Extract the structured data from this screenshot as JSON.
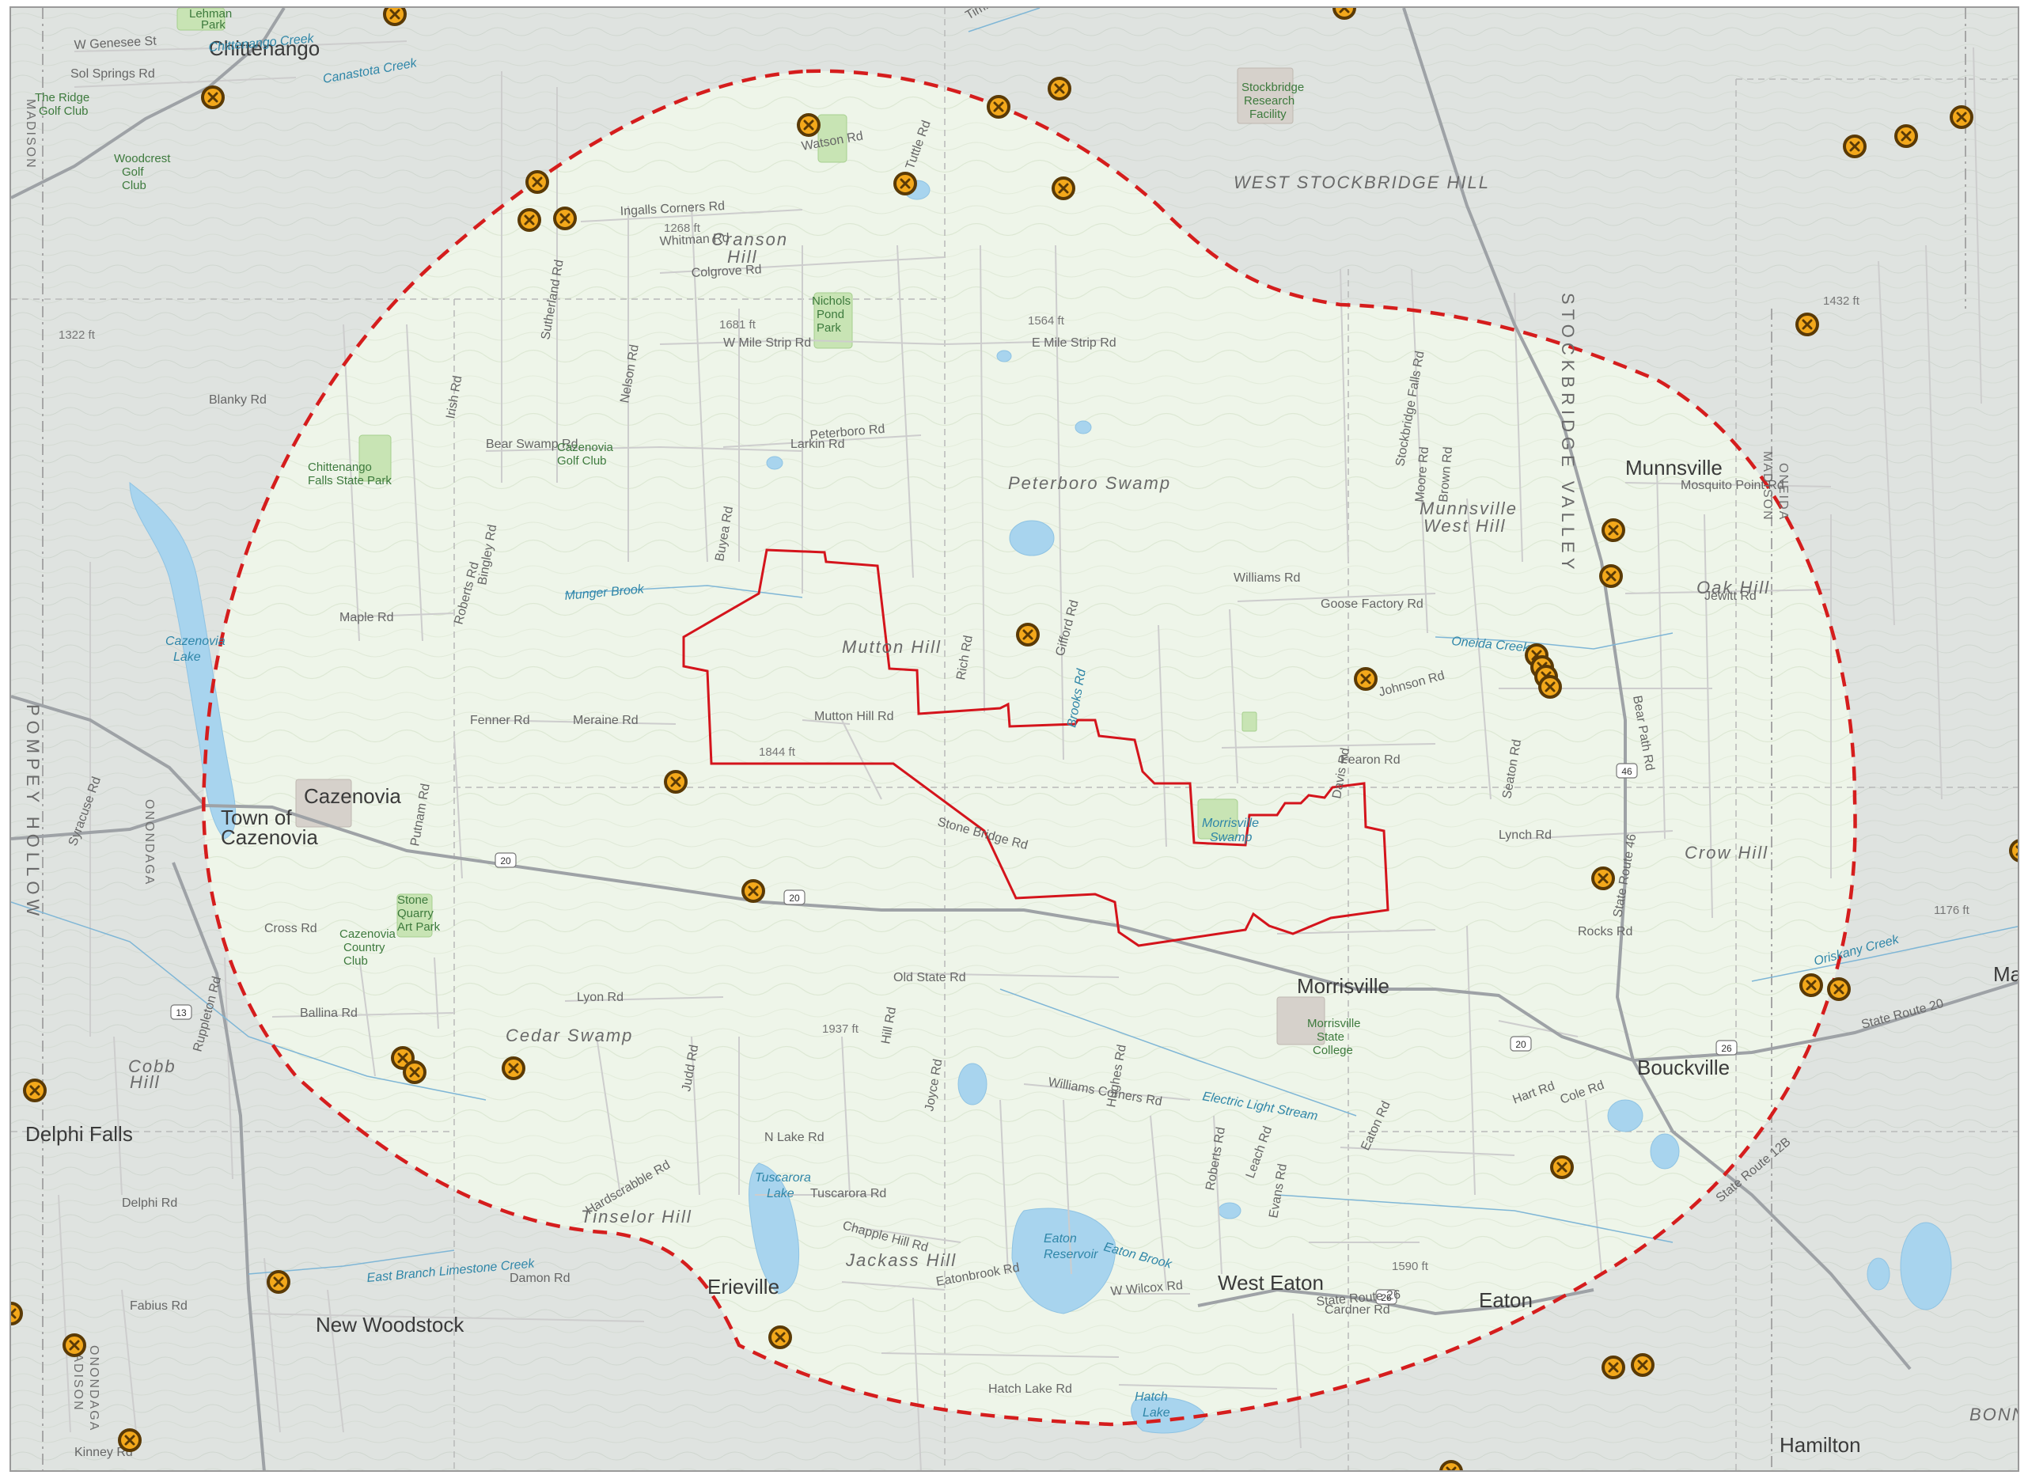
{
  "map": {
    "colors": {
      "background": "#dfe3e0",
      "focus_area": "#eef5e9",
      "radius_ring": "#d51d1d",
      "project_boundary": "#d4141c",
      "water": "#a8d4ee",
      "park": "#c8e4b4",
      "highway": "#9ea2a6",
      "road": "#c6c6c6",
      "marker_fill": "#f3a81b",
      "marker_ring": "#5a3a06"
    },
    "places": [
      {
        "label": "Chittenango",
        "cls": "place-town"
      },
      {
        "label": "Cazenovia",
        "cls": "place-town"
      },
      {
        "label": "Town of",
        "cls": "place-town"
      },
      {
        "label": "Cazenovia",
        "cls": "place-town"
      },
      {
        "label": "Munnsville",
        "cls": "place-town"
      },
      {
        "label": "Morrisville",
        "cls": "place-town"
      },
      {
        "label": "Bouckville",
        "cls": "place-town"
      },
      {
        "label": "Madison",
        "cls": "place-town"
      },
      {
        "label": "Delphi Falls",
        "cls": "place-town"
      },
      {
        "label": "Erieville",
        "cls": "place-town"
      },
      {
        "label": "New Woodstock",
        "cls": "place-town"
      },
      {
        "label": "West Eaton",
        "cls": "place-town"
      },
      {
        "label": "Eaton",
        "cls": "place-town"
      },
      {
        "label": "Hamilton",
        "cls": "place-town"
      },
      {
        "label": "BONNEY",
        "cls": "place-feature"
      },
      {
        "label": "WEST STOCKBRIDGE HILL",
        "cls": "place-feature"
      },
      {
        "label": "Mutton Hill",
        "cls": "place-feature"
      },
      {
        "label": "Peterboro Swamp",
        "cls": "place-feature"
      },
      {
        "label": "Cedar Swamp",
        "cls": "place-feature"
      },
      {
        "label": "Crow Hill",
        "cls": "place-feature"
      },
      {
        "label": "Munnsville",
        "cls": "place-feature"
      },
      {
        "label": "West Hill",
        "cls": "place-feature"
      },
      {
        "label": "Jackass Hill",
        "cls": "place-feature"
      },
      {
        "label": "Tinselor Hill",
        "cls": "place-feature"
      },
      {
        "label": "Cranson",
        "cls": "place-feature"
      },
      {
        "label": "Hill",
        "cls": "place-feature"
      },
      {
        "label": "Cobb",
        "cls": "place-feature"
      },
      {
        "label": "Hill",
        "cls": "place-feature"
      },
      {
        "label": "Oak Hill",
        "cls": "place-feature"
      },
      {
        "label": "POMPEY HOLLOW",
        "cls": "vert-label"
      },
      {
        "label": "STOCKBRIDGE VALLEY",
        "cls": "vert-label"
      },
      {
        "label": "MADISON",
        "cls": "county-label"
      },
      {
        "label": "ONONDAGA",
        "cls": "county-label"
      },
      {
        "label": "MADISON",
        "cls": "county-label"
      },
      {
        "label": "ONEIDA",
        "cls": "county-label"
      },
      {
        "label": "MADISON",
        "cls": "county-label"
      },
      {
        "label": "ONONDAGA",
        "cls": "county-label"
      }
    ],
    "roads": [
      "W Genesee St",
      "Sol Springs Rd",
      "Ingalls Corners Rd",
      "Whitman Rd",
      "Colgrove Rd",
      "W Mile Strip Rd",
      "E Mile Strip Rd",
      "Bear Swamp Rd",
      "Larkin Rd",
      "Peterboro Rd",
      "Blanky Rd",
      "Maple Rd",
      "Fenner Rd",
      "Meraine Rd",
      "Mutton Hill Rd",
      "Stone Bridge Rd",
      "Old State Rd",
      "Lyon Rd",
      "Cross Rd",
      "Ballina Rd",
      "Williams Corners Rd",
      "Electric Light Stream",
      "Tuscarora Rd",
      "Chapple Hill Rd",
      "Eatonbrook Rd",
      "W Wilcox Rd",
      "Hatch Lake Rd",
      "Lynch Rd",
      "Rocks Rd",
      "Fearon Rd",
      "Johnson Rd",
      "Goose Factory Rd",
      "Williams Rd",
      "Mosquito Point Rd",
      "Jewitt Rd",
      "State Route 46",
      "Bear Path Rd",
      "State Route 20",
      "State Route 26",
      "State Route 12B",
      "Oriskany Creek",
      "Oneida Creek",
      "Munger Brook",
      "Canastota Creek",
      "Chittenango Creek",
      "Eaton Brook",
      "East Branch Limestone Creek",
      "Syracuse Rd",
      "Ruppleton Rd",
      "Damon Rd",
      "Putnam Rd",
      "Hardscrabble Rd",
      "Watson Rd",
      "Tuttle Rd",
      "Nelson Rd",
      "Irish Rd",
      "Sutherland Rd",
      "Bingley Rd",
      "Roberts Rd",
      "Buyea Rd",
      "Rich Rd",
      "Gifford Rd",
      "Brooks Rd",
      "Stockbridge Falls Rd",
      "Moore Rd",
      "Brown Rd",
      "Seaton Rd",
      "Timmerman Rd",
      "Eaton Rd",
      "Cole Rd",
      "Hart Rd",
      "Evans Rd",
      "Roberts Rd",
      "Leach Rd",
      "Hughes Rd",
      "Hill Rd",
      "Judd Rd",
      "Joyce Rd",
      "N Lake Rd",
      "Fabius Rd",
      "Kinney Rd",
      "Delphi Rd",
      "Cardner Rd",
      "Davis Rd"
    ],
    "waters": [
      "Cazenovia",
      "Lake",
      "Tuscarora",
      "Lake",
      "Eaton",
      "Reservoir",
      "Hatch",
      "Lake",
      "Morrisville",
      "Swamp"
    ],
    "parks": [
      "The Ridge",
      "Golf Club",
      "Woodcrest",
      "Golf",
      "Club",
      "Chittenango",
      "Falls State Park",
      "Nichols",
      "Pond",
      "Park",
      "Cazenovia",
      "Golf Club",
      "Stone",
      "Quarry",
      "Art Park",
      "Cazenovia",
      "Country",
      "Club",
      "Stockbridge",
      "Research",
      "Facility",
      "Morrisville",
      "State",
      "College",
      "Lehman",
      "Park"
    ],
    "elevations": [
      "1322 ft",
      "1681 ft",
      "1564 ft",
      "1844 ft",
      "1937 ft",
      "1176 ft",
      "1432 ft",
      "1268 ft",
      "1590 ft"
    ],
    "shields": [
      "20",
      "20",
      "20",
      "26",
      "26",
      "13",
      "46"
    ],
    "markers_count": 48,
    "legend_note": ""
  }
}
